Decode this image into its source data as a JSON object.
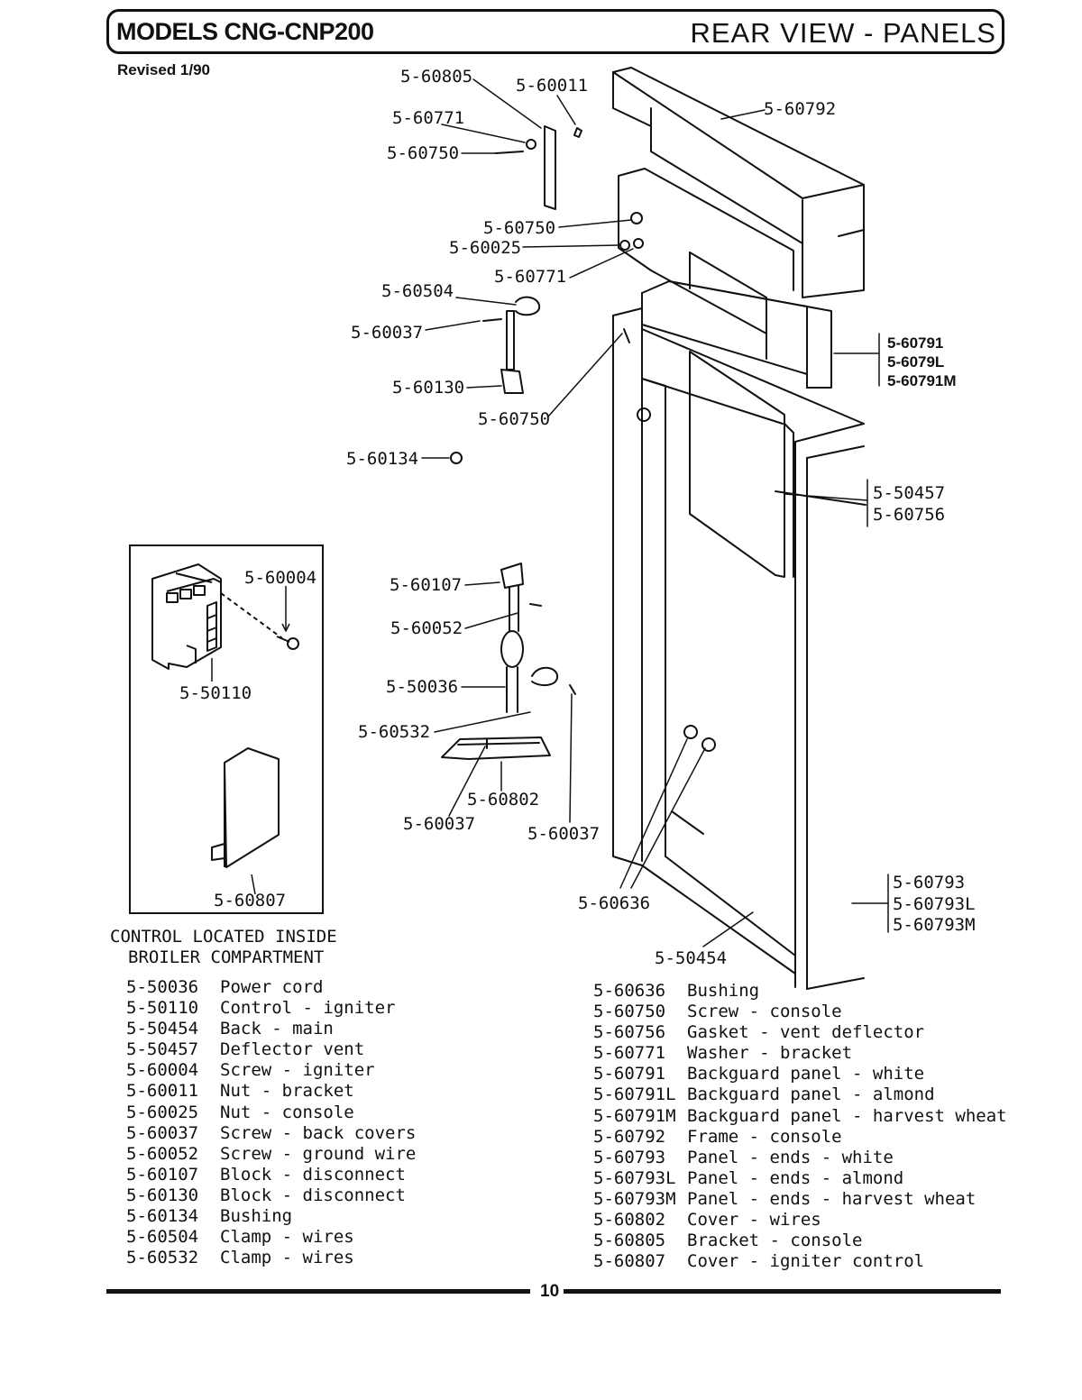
{
  "header": {
    "models": "MODELS CNG-CNP200",
    "view": "REAR VIEW  - PANELS",
    "revised": "Revised 1/90"
  },
  "callouts": {
    "c60805": "5-60805",
    "c60011": "5-60011",
    "c60771a": "5-60771",
    "c60750a": "5-60750",
    "c60792": "5-60792",
    "c60750b": "5-60750",
    "c60025": "5-60025",
    "c60771b": "5-60771",
    "c60504": "5-60504",
    "c60037a": "5-60037",
    "c60130": "5-60130",
    "c60750c": "5-60750",
    "c60134": "5-60134",
    "c60791": "5-60791",
    "c60791l": "5-6079L",
    "c60791m": "5-60791M",
    "c50457": "5-50457",
    "c60756": "5-60756",
    "c60004": "5-60004",
    "c50110": "5-50110",
    "c60807": "5-60807",
    "c60107": "5-60107",
    "c60052": "5-60052",
    "c50036": "5-50036",
    "c60532": "5-60532",
    "c60802": "5-60802",
    "c60037b": "5-60037",
    "c60037c": "5-60037",
    "c60636": "5-60636",
    "c50454": "5-50454",
    "c60793": "5-60793",
    "c60793l": "5-60793L",
    "c60793m": "5-60793M"
  },
  "note": {
    "line1": "CONTROL LOCATED INSIDE",
    "line2": "BROILER COMPARTMENT"
  },
  "parts_left": [
    {
      "num": "5-50036",
      "desc": "Power cord"
    },
    {
      "num": "5-50110",
      "desc": "Control - igniter"
    },
    {
      "num": "5-50454",
      "desc": "Back - main"
    },
    {
      "num": "5-50457",
      "desc": "Deflector vent"
    },
    {
      "num": "5-60004",
      "desc": "Screw - igniter"
    },
    {
      "num": "5-60011",
      "desc": "Nut - bracket"
    },
    {
      "num": "5-60025",
      "desc": "Nut - console"
    },
    {
      "num": "5-60037",
      "desc": "Screw - back covers"
    },
    {
      "num": "5-60052",
      "desc": "Screw - ground wire"
    },
    {
      "num": "5-60107",
      "desc": "Block - disconnect"
    },
    {
      "num": "5-60130",
      "desc": "Block - disconnect"
    },
    {
      "num": "5-60134",
      "desc": "Bushing"
    },
    {
      "num": "5-60504",
      "desc": "Clamp - wires"
    },
    {
      "num": "5-60532",
      "desc": "Clamp - wires"
    }
  ],
  "parts_right": [
    {
      "num": "5-60636",
      "desc": "Bushing"
    },
    {
      "num": "5-60750",
      "desc": "Screw - console"
    },
    {
      "num": "5-60756",
      "desc": "Gasket - vent deflector"
    },
    {
      "num": "5-60771",
      "desc": "Washer - bracket"
    },
    {
      "num": "5-60791",
      "desc": "Backguard panel - white"
    },
    {
      "num": "5-60791L",
      "desc": "Backguard panel - almond"
    },
    {
      "num": "5-60791M",
      "desc": "Backguard panel - harvest wheat"
    },
    {
      "num": "5-60792",
      "desc": "Frame - console"
    },
    {
      "num": "5-60793",
      "desc": "Panel - ends - white"
    },
    {
      "num": "5-60793L",
      "desc": "Panel - ends - almond"
    },
    {
      "num": "5-60793M",
      "desc": "Panel - ends - harvest wheat"
    },
    {
      "num": "5-60802",
      "desc": "Cover - wires"
    },
    {
      "num": "5-60805",
      "desc": "Bracket - console"
    },
    {
      "num": "5-60807",
      "desc": "Cover - igniter control"
    }
  ],
  "footer": {
    "page": "10"
  }
}
